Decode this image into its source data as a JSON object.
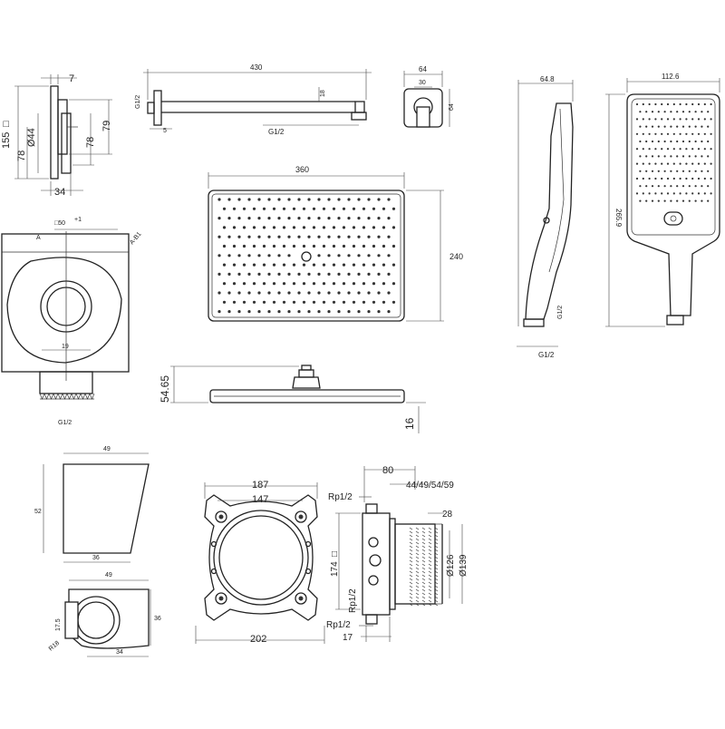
{
  "views": {
    "wall_flange_side": {
      "d_top": "7",
      "d_left": "155",
      "d_prefix": "□",
      "d_dia": "Ø44",
      "d_78a": "78",
      "d_78b": "78",
      "d_79": "79",
      "d_bottom": "34"
    },
    "shower_arm": {
      "length": "430",
      "thread_v": "G1/2",
      "d_small": "5",
      "d_18": "18",
      "thread_h": "G1/2"
    },
    "arm_flange": {
      "width": "64",
      "inner": "30",
      "height": "64"
    },
    "overhead_plan": {
      "width": "360",
      "height": "240"
    },
    "overhead_side": {
      "height": "54.65",
      "plate": "16"
    },
    "outlet_elbow": {
      "square": "□50",
      "sup": "+1",
      "cap": "A",
      "cap2": "A-B1",
      "d_19": "19",
      "thread": "G1/2"
    },
    "hand_shower_side": {
      "top": "64.8",
      "thread_a": "G1/2",
      "thread_b": "G1/2"
    },
    "hand_shower_front": {
      "width": "112.6",
      "length": "265.9"
    },
    "holder_side": {
      "width": "49",
      "height": "52",
      "base": "36"
    },
    "holder_top": {
      "width": "49",
      "d_36": "36",
      "d_175": "17.5",
      "radius": "R18",
      "d_34": "34"
    },
    "mounting_frame": {
      "outer": "187",
      "inner": "147",
      "bottom": "202"
    },
    "basic_body": {
      "d_80": "80",
      "depths": "44/49/54/59",
      "d_28": "28",
      "rp_top": "Rp1/2",
      "rp_mid": "Rp1/2",
      "rp_bot": "Rp1/2",
      "d_174": "174",
      "d_174_prefix": "□",
      "d_126": "Ø126",
      "d_139": "Ø139",
      "d_17": "17"
    }
  }
}
